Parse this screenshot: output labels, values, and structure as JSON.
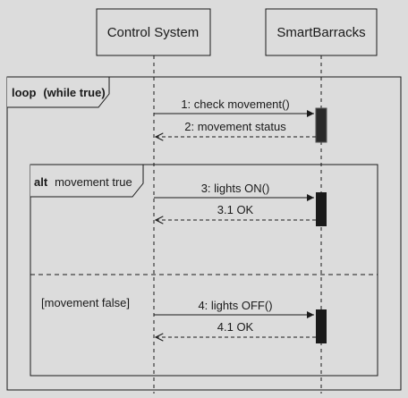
{
  "participants": {
    "control": "Control System",
    "barracks": "SmartBarracks"
  },
  "loop_frame": {
    "keyword": "loop",
    "condition": "(while true)"
  },
  "alt_frame": {
    "keyword": "alt",
    "condition": "movement true",
    "else_guard": "[movement false]"
  },
  "messages": {
    "m1": "1: check movement()",
    "m2": "2: movement status",
    "m3": "3: lights ON()",
    "m31": "3.1 OK",
    "m4": "4: lights OFF()",
    "m41": "4.1 OK"
  }
}
